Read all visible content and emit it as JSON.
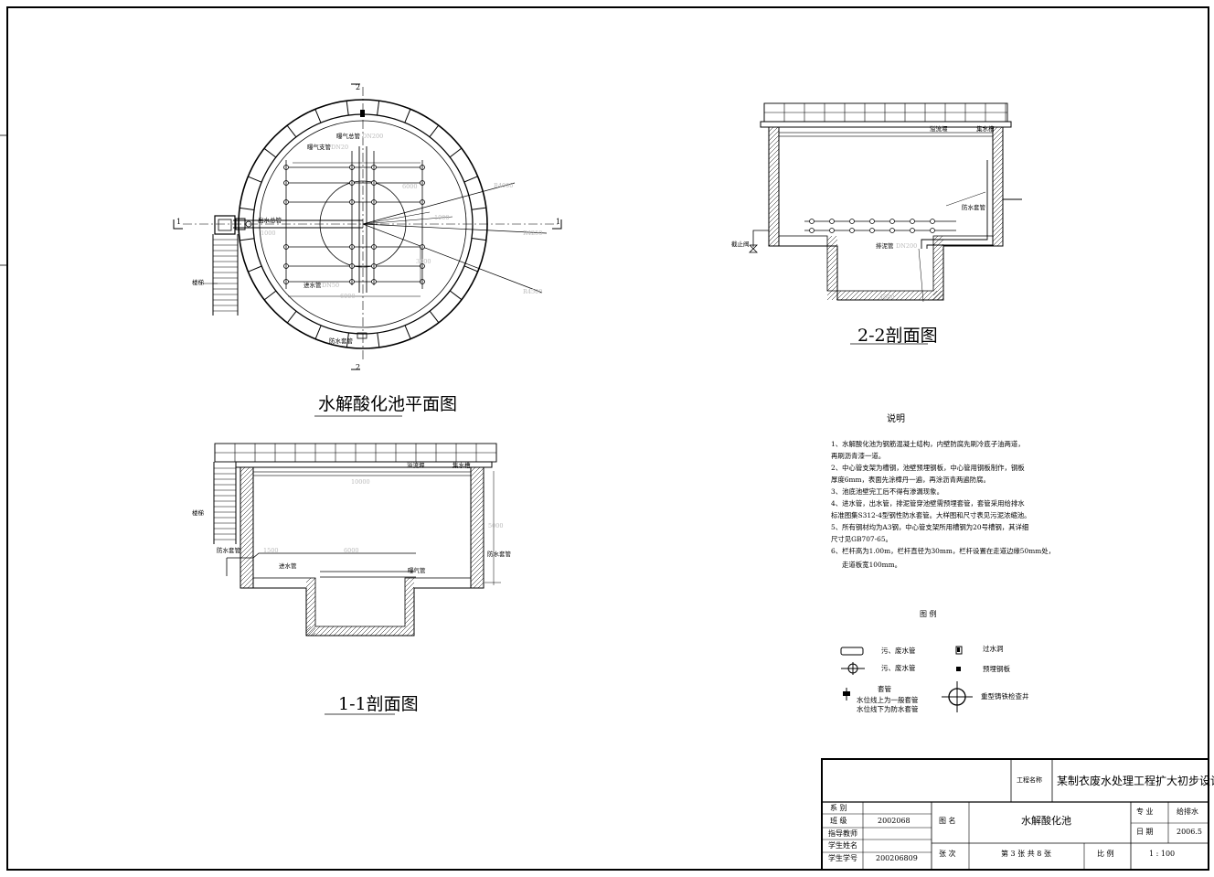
{
  "drawing": {
    "plan_title": "水解酸化池平面图",
    "section22_title": "2-2剖面图",
    "section11_title": "1-1剖面图",
    "section_marks": {
      "one": "1",
      "two": "2"
    }
  },
  "plan_labels": {
    "aeration_main": "曝气总管",
    "aeration_main_dn": "DN200",
    "aeration_branch": "曝气支管",
    "aeration_branch_dn": "DN20",
    "outlet_main": "出水总管",
    "inlet_pipe": "进水管",
    "inlet_pipe_dn": "DN50",
    "stairs": "楼梯",
    "waterproof_sleeve": "防水套管",
    "dims": [
      "6000",
      "R4000",
      "R4250",
      "R4500",
      "1000",
      "1000",
      "3000",
      "6000"
    ]
  },
  "section22_labels": {
    "weir": "溢流堰",
    "collector": "集水槽",
    "waterproof_sleeve": "防水套管",
    "stop_valve": "截止阀",
    "drain_pipe": "排泥管",
    "drain_pipe_dn": "DN200",
    "dim_bottom": "4000"
  },
  "section11_labels": {
    "weir": "溢流堰",
    "collector": "集水槽",
    "stairs": "楼梯",
    "waterproof_sleeve_l": "防水套管",
    "waterproof_sleeve_r": "防水套管",
    "inlet": "进水管",
    "aeration": "曝气管",
    "dims": [
      "10000",
      "1500",
      "6000",
      "5000"
    ]
  },
  "notes": {
    "title": "说明",
    "lines": [
      "1、水解酸化池为钢筋混凝土结构，内壁防腐先刷冷底子油两道，",
      "再刷沥青漆一道。",
      "2、中心管支架为槽钢，池壁预埋钢板，中心管用钢板制作，钢板",
      "厚度6mm，表面先涂樟丹一遍，再涂沥青两遍防腐。",
      "3、池底池壁完工后不得有渗漏现象。",
      "4、进水管，出水管，排泥管穿池壁需预埋套管，套管采用给排水",
      "标准图集S312-4型钢性防水套管。大样图和尺寸表见污泥浓缩池。",
      "5、所有钢材均为A3钢，中心管支架所用槽钢为20号槽钢，其详细",
      "尺寸见GB707-65。",
      "6、栏杆高为1.00m，栏杆直径为30mm，栏杆设置在走道边缘50mm处，",
      "走道板宽100mm。"
    ]
  },
  "legend": {
    "title": "图 例",
    "items": {
      "pipe1": "污、废水管",
      "pipe2": "污、废水管",
      "sleeve": "套管",
      "sleeve_note1": "水位线上为一般套管",
      "sleeve_note2": "水位线下为防水套管",
      "hole": "过水洞",
      "plate": "预埋钢板",
      "manhole": "重型铸铁检查井"
    }
  },
  "title_block": {
    "project_label": "工程名称",
    "project_name": "某制衣废水处理工程扩大初步设计",
    "dept_label": "系 别",
    "class_label": "班 级",
    "class_value": "2002068",
    "advisor_label": "指导教师",
    "student_name_label": "学生姓名",
    "student_id_label": "学生学号",
    "student_id_value": "200206809",
    "drawing_name_label": "图 名",
    "drawing_name": "水解酸化池",
    "sheet_label": "张 次",
    "sheet_value": "第 3 张  共 8 张",
    "scale_label": "比 例",
    "scale_value": "1 : 100",
    "major_label": "专 业",
    "major_value": "给排水",
    "date_label": "日 期",
    "date_value": "2006.5"
  }
}
